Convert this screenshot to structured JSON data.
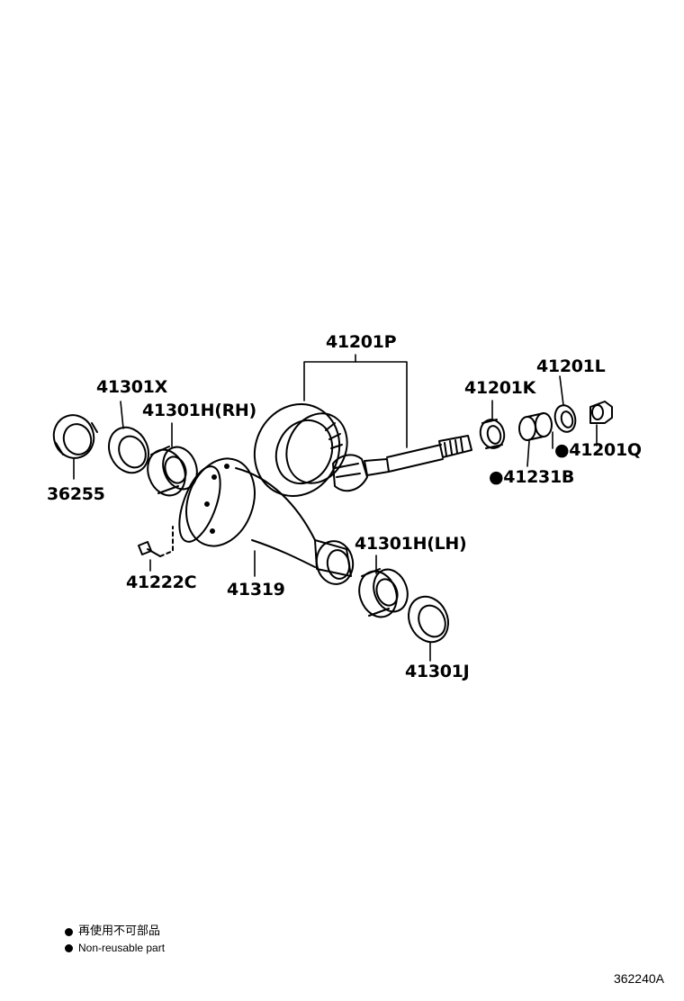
{
  "labels": {
    "p41201P": "41201P",
    "p41301X": "41301X",
    "p41301H_RH": "41301H(RH)",
    "p41201K": "41201K",
    "p41201L": "41201L",
    "p41201Q": "●41201Q",
    "p41231B": "●41231B",
    "p36255": "36255",
    "p41301H_LH": "41301H(LH)",
    "p41222C": "41222C",
    "p41319": "41319",
    "p41301J": "41301J"
  },
  "legend": {
    "jp": "再使用不可部品",
    "en": "Non-reusable part"
  },
  "reference_code": "362240A"
}
